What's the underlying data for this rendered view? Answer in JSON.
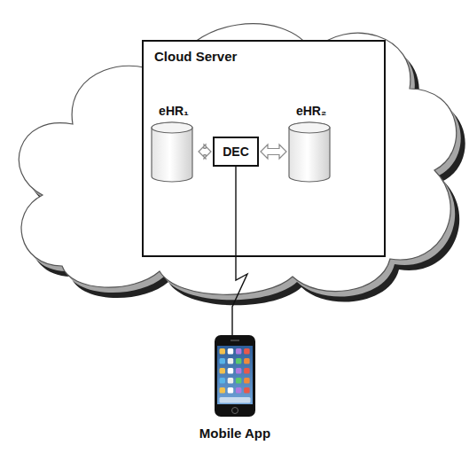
{
  "diagram": {
    "nodes": [
      {
        "text": [
          "Cloud Server"
        ]
      },
      {
        "text": [
          "eHR₁"
        ],
        "in": 0
      },
      {
        "text": [
          "DEC"
        ],
        "in": 0
      },
      {
        "text": [
          "eHR₂"
        ],
        "in": 0
      },
      {
        "text": [
          "Mobile App"
        ]
      }
    ],
    "edges": [
      {
        "from": 1,
        "to": 2,
        "arrow": "both"
      },
      {
        "from": 2,
        "to": 3,
        "arrow": "both"
      },
      {
        "from": 2,
        "to": 4,
        "arrow": "none"
      }
    ]
  }
}
